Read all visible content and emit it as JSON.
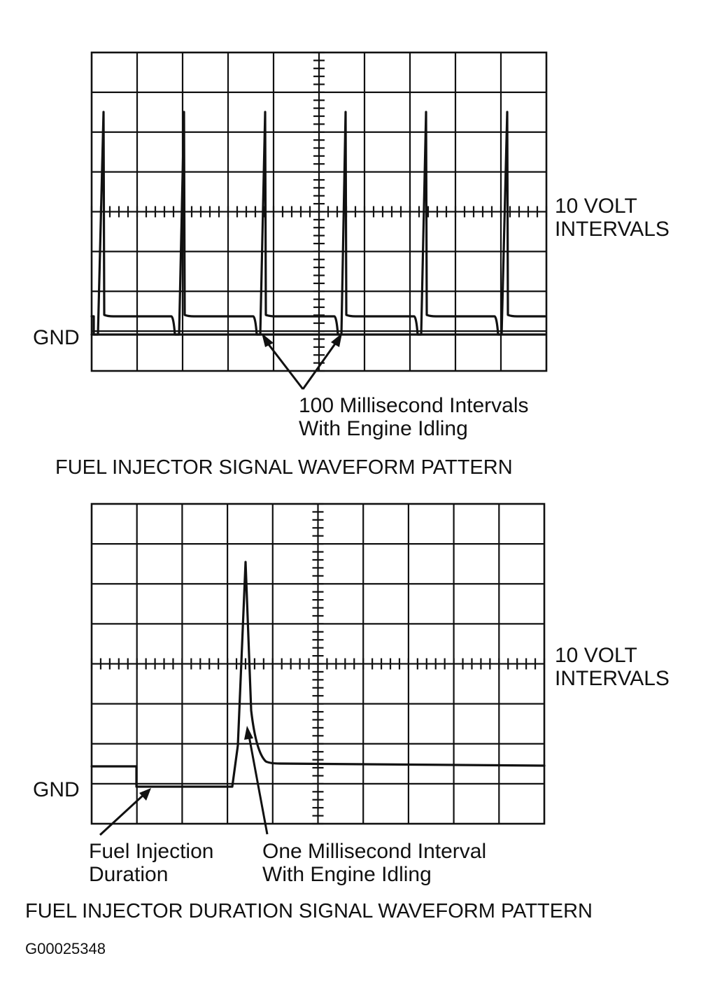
{
  "panels": [
    {
      "caption": "FUEL INJECTOR SIGNAL WAVEFORM PATTERN",
      "scale_label_line1": "10 VOLT",
      "scale_label_line2": "INTERVALS",
      "ground_label": "GND",
      "annotations": [
        {
          "line1": "100 Millisecond Intervals",
          "line2": "With Engine Idling"
        }
      ]
    },
    {
      "caption": "FUEL INJECTOR DURATION  SIGNAL  WAVEFORM PATTERN",
      "scale_label_line1": "10 VOLT",
      "scale_label_line2": "INTERVALS",
      "ground_label": "GND",
      "annotations": [
        {
          "line1": "Fuel Injection",
          "line2": "Duration"
        },
        {
          "line1": "One Millisecond Interval",
          "line2": "With Engine Idling"
        }
      ]
    }
  ],
  "figure_id": "G00025348"
}
